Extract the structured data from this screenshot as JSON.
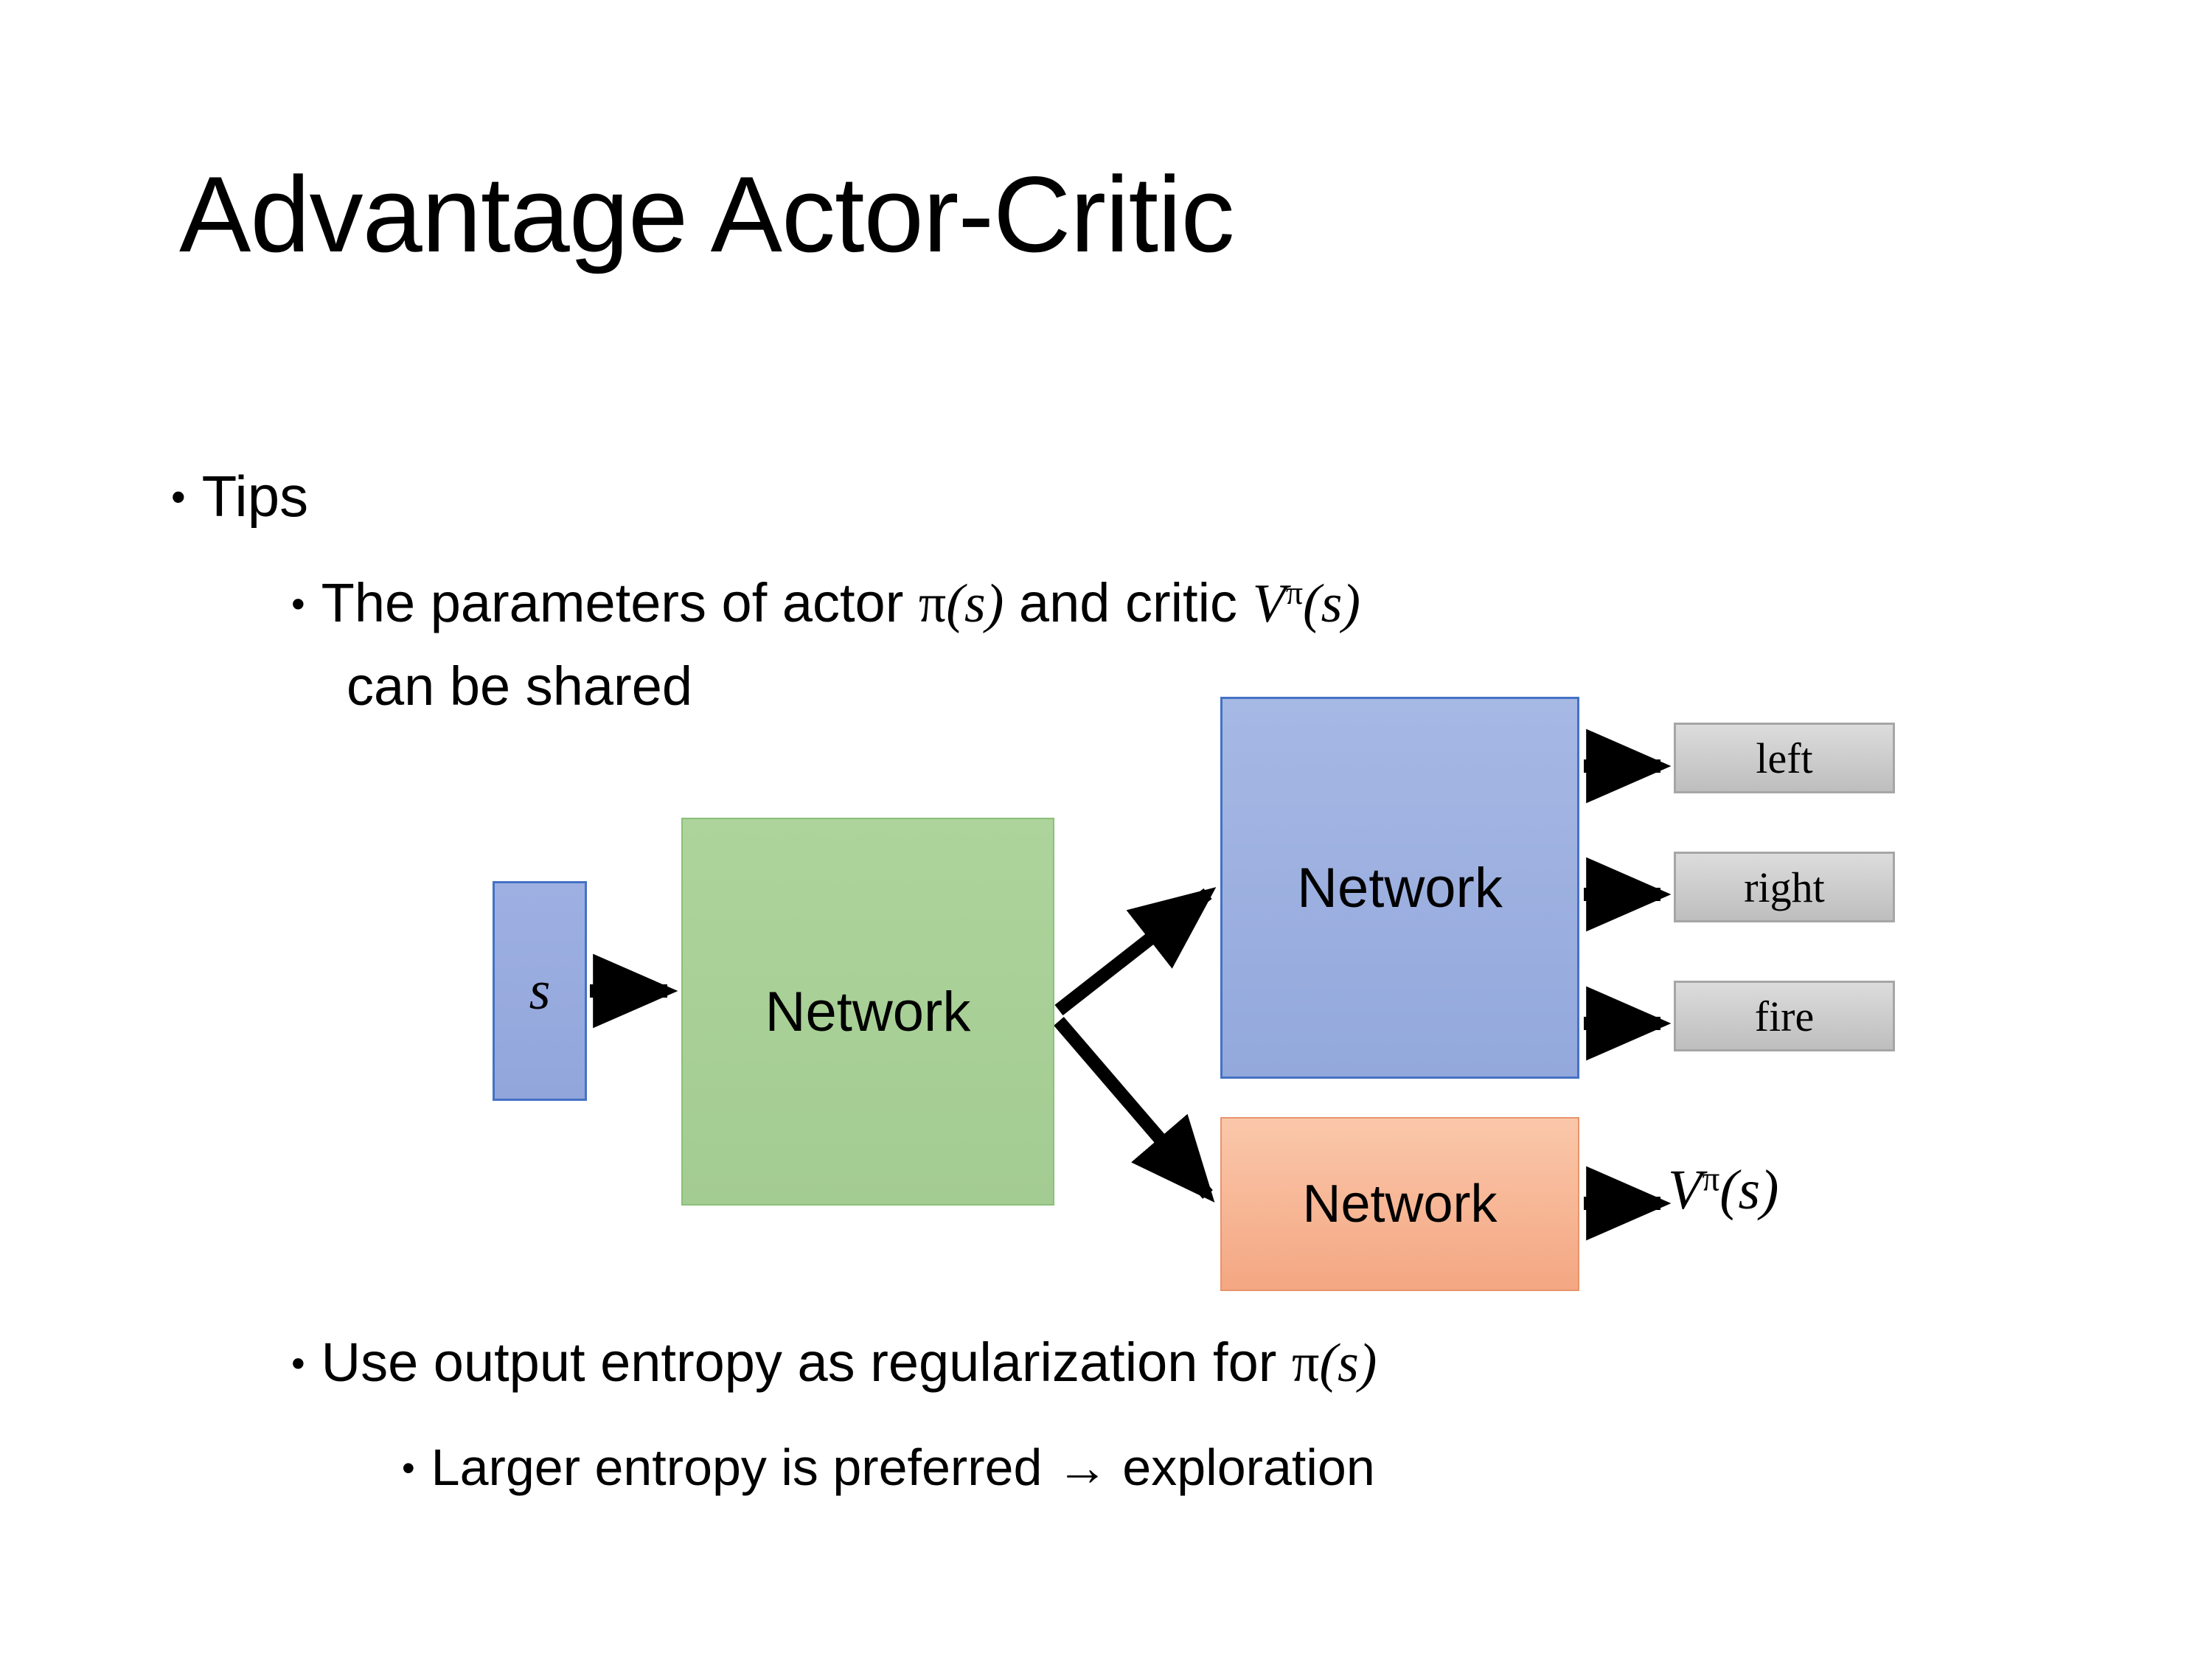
{
  "slide": {
    "title": "Advantage Actor-Critic",
    "background": "#FFFFFF"
  },
  "bullets": {
    "level1_tips": "Tips",
    "level2_shared_line1_pre": "The parameters of actor ",
    "level2_shared_line1_pi": "π",
    "level2_shared_line1_s1": "(s)",
    "level2_shared_line1_mid": "  and critic ",
    "level2_shared_line1_V": "V",
    "level2_shared_line1_sup": "π",
    "level2_shared_line1_s2": "(s)",
    "level2_shared_line2": "can be shared",
    "level2_entropy_pre": "Use output entropy as regularization for ",
    "level2_entropy_pi": "π",
    "level2_entropy_s": "(s)",
    "level3_larger": "Larger entropy is preferred → exploration",
    "marker": "•"
  },
  "diagram": {
    "input_node": {
      "label": "s",
      "color": "#96A9DE",
      "border": "#4472C4"
    },
    "shared_node": {
      "label": "Network",
      "color": "#A8CF96",
      "border": "#8CBF7A"
    },
    "actor_node": {
      "label": "Network",
      "color": "#96A9DE",
      "border": "#4472C4"
    },
    "critic_node": {
      "label": "Network",
      "color": "#F8BC9C",
      "border": "#E8946B"
    },
    "action_outputs": [
      {
        "label": "left"
      },
      {
        "label": "right"
      },
      {
        "label": "fire"
      }
    ],
    "output_color": "#C8C8C8",
    "output_border": "#A6A6A6",
    "critic_output": {
      "V": "V",
      "sup": "π",
      "arg": "(s)"
    },
    "arrow_color": "#000000"
  }
}
